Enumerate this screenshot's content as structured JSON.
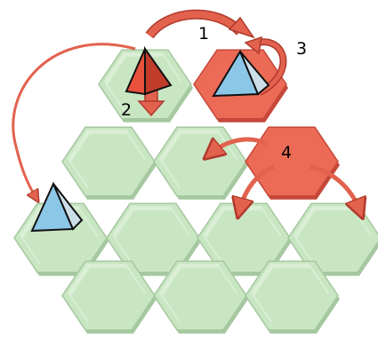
{
  "colors": {
    "tile": "#c9e6c3",
    "tile_edge": "#a6c8a0",
    "tile_highlight": "#e8f6e3",
    "tile_active": "#ec6b56",
    "tile_active_edge": "#c5483a",
    "arrow": "#e2624e",
    "arrow_stroke": "#b03a2c",
    "piece_blue": "#8cc7e8",
    "piece_blue_shade": "#ccdfe8",
    "piece_red": "#e8513c",
    "piece_red_shade": "#c23c2c",
    "outline": "#111111"
  },
  "tiles": [
    {
      "name": "hex-tile-top-left",
      "state": "normal"
    },
    {
      "name": "hex-tile-top-right",
      "state": "active"
    },
    {
      "name": "hex-tile-row2-left",
      "state": "normal"
    },
    {
      "name": "hex-tile-row2-middle",
      "state": "normal"
    },
    {
      "name": "hex-tile-row2-right",
      "state": "active"
    },
    {
      "name": "hex-tile-row3-1",
      "state": "normal"
    },
    {
      "name": "hex-tile-row3-2",
      "state": "normal"
    },
    {
      "name": "hex-tile-row3-3",
      "state": "normal"
    },
    {
      "name": "hex-tile-row3-4",
      "state": "normal"
    },
    {
      "name": "hex-tile-row4-left",
      "state": "normal"
    },
    {
      "name": "hex-tile-row4-middle",
      "state": "normal"
    },
    {
      "name": "hex-tile-row4-right",
      "state": "normal"
    }
  ],
  "steps": [
    {
      "label": "1"
    },
    {
      "label": "2"
    },
    {
      "label": "3"
    },
    {
      "label": "4"
    }
  ]
}
